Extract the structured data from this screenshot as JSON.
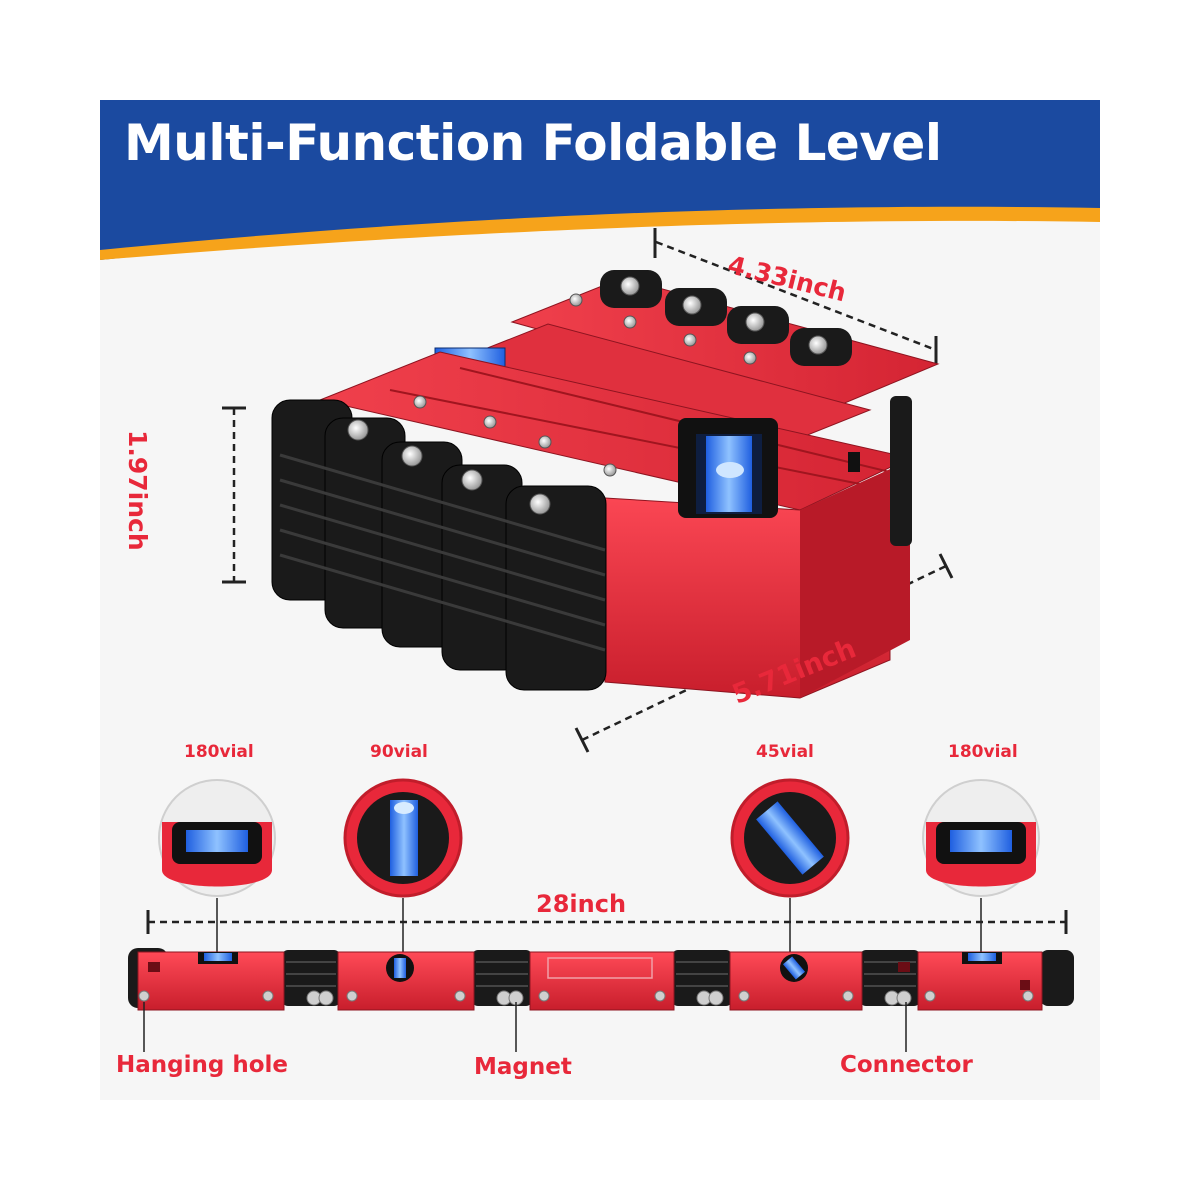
{
  "title": "Multi-Function Foldable Level",
  "dimensions": {
    "width": "4.33inch",
    "height": "1.97inch",
    "length": "5.71inch",
    "extended": "28inch"
  },
  "vials": [
    {
      "label": "180vial"
    },
    {
      "label": "90vial"
    },
    {
      "label": "45vial"
    },
    {
      "label": "180vial"
    }
  ],
  "parts": {
    "hanging_hole": "Hanging hole",
    "magnet": "Magnet",
    "connector": "Connector"
  },
  "colors": {
    "banner_blue": "#1b4aa0",
    "banner_orange": "#f6a31b",
    "level_red": "#e8283a",
    "rubber_black": "#1a1a1a",
    "vial_blue": "#2f7bff"
  }
}
